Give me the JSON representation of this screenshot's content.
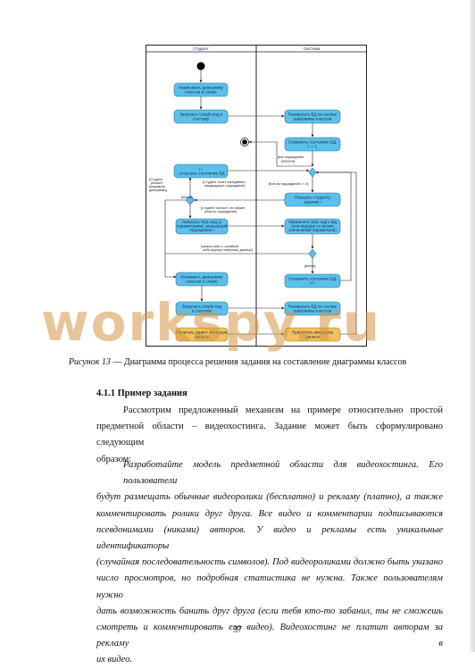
{
  "diagram": {
    "lanes": [
      "Студент",
      "Система"
    ],
    "nodes": {
      "draw": [
        "Нарисовать диаграмму",
        "классов в Umple"
      ],
      "upload1": [
        "Загрузить Umple-код в",
        "Систему"
      ],
      "deploy": [
        "Развернуть БД на основе",
        "диаграммы классов"
      ],
      "save1": [
        "Сохранить состояние БД,",
        "i := 1"
      ],
      "send": [
        "i--",
        "; отсылать состояние БД"
      ],
      "show": [
        "Показать студенту",
        "задание i"
      ],
      "write_sql": [
        "Написать SQL-код (с",
        "параметрами), решающий",
        "подзадание i"
      ],
      "apply_sql": [
        "Применить SQL-код к БД",
        "(поочерёдно со всеми",
        "значениями параметров)"
      ],
      "fix": [
        "Исправить диаграмму",
        "классов в Umple"
      ],
      "save2": [
        "Сохранить состояние БД,",
        "i++"
      ],
      "upload2": [
        "Загрузить Umple-код",
        "в Систему"
      ],
      "deploy2": [
        "Развернуть БД на основе",
        "диаграммы классов"
      ],
      "write_mig": [
        "Написать скрипт миграции",
        "данных"
      ],
      "apply_mig": [
        "Применить миграцию",
        "данных"
      ]
    },
    "guards": {
      "all_solved": [
        "[все подзадания",
        "решены]"
      ],
      "not_all": "[Кол-во подзаданий >= n]",
      "want_back": [
        "[Студент хочет передавать",
        "предыдущее подзадание]"
      ],
      "realized": [
        "[Студент",
        "решает",
        "исправить",
        "диаграмму]"
      ],
      "else1": "[иначе]",
      "can_solve": [
        "[Студент считает, что может",
        "решить подзадание]"
      ],
      "error": [
        "[запрос упал с ошибкой",
        "либо вернул неверные данные]"
      ],
      "else2": "[иначе]"
    }
  },
  "watermark": "workspy.ru",
  "caption": {
    "label": "Рисунок 13",
    "text": " — Диаграмма процесса решения задания на составление диаграммы классов"
  },
  "section": {
    "title": "4.1.1 Пример задания"
  },
  "paragraph1": {
    "lines": [
      "Рассмотрим предложенный механизм на примере относительно простой",
      "предметной области – видеохостинга. Задание может быть сформулировано следующим",
      "образом:"
    ]
  },
  "paragraph2": {
    "lines": [
      "Разработайте модель предметной области для видеохостинга. Его пользователи",
      "будут размещать обычные видеоролики (бесплатно) и рекламу (платно), а также",
      "комментировать ролики друг друга. Все видео и комментарии подписываются",
      "псевдонимами (никами) авторов. У видео и рекламы есть уникальные идентификаторы",
      "(случайная последовательность символов). Под видеороликами должно быть указано",
      "число просмотров, но подробная статистика не нужна. Также пользователям нужно",
      "дать возможность банить друг друга (если тебя кто-то забанил, ты не сможешь",
      "смотреть и комментировать его видео). Видеохостинг не платит авторам за рекламу в",
      "их видео."
    ]
  },
  "page_number": "37"
}
